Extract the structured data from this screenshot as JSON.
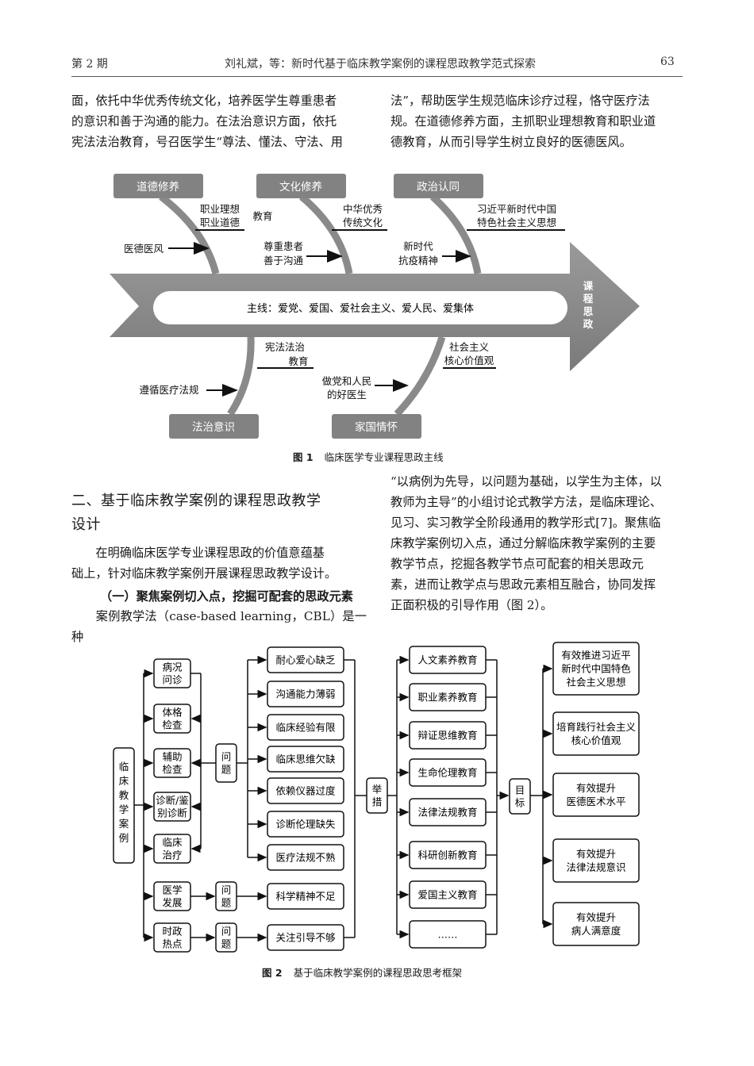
{
  "header": {
    "issue": "第 2 期",
    "running_title": "刘礼斌，等：新时代基于临床教学案例的课程思政教学范式探索",
    "page_number": "63"
  },
  "body": {
    "para_top_left": "面，依托中华优秀传统文化，培养医学生尊重患者\n的意识和善于沟通的能力。在法治意识方面，依托\n宪法法治教育，号召医学生“尊法、懂法、守法、用",
    "para_top_right": "法”，帮助医学生规范临床诊疗过程，恪守医疗法\n规。在道德修养方面，主抓职业理想教育和职业道\n德教育，从而引导学生树立良好的医德医风。",
    "section_heading": "二、基于临床教学案例的课程思政教学\n设计",
    "para_intro": "　　在明确临床医学专业课程思政的价值意蕴基\n础上，针对临床教学案例开展课程思政教学设计。",
    "subheading": "（一）聚焦案例切入点，挖掘可配套的思政元素",
    "para_cbl": "　　案例教学法（case-based learning，CBL）是一种",
    "para_right": "“以病例为先导，以问题为基础，以学生为主体，以\n教师为主导”的小组讨论式教学方法，是临床理论、\n见习、实习教学全阶段通用的教学形式[7]。聚焦临\n床教学案例切入点，通过分解临床教学案例的主要\n教学节点，挖掘各教学节点可配套的相关思政元\n素，进而让教学点与思政元素相互融合，协同发挥\n正面积极的引导作用（图 2）。"
  },
  "figure1": {
    "caption_num": "图 1",
    "caption_text": "临床医学专业课程思政主线",
    "top_boxes": [
      "道德修养",
      "文化修养",
      "政治认同"
    ],
    "bottom_boxes": [
      "法治意识",
      "家国情怀"
    ],
    "spine_text": "主线：爱党、爱国、爱社会主义、爱人民、爱集体",
    "arrow_head": [
      "课",
      "程",
      "思",
      "政"
    ],
    "labels": {
      "job_ideal_1": "职业理想",
      "job_ideal_2": "职业道德",
      "education": "教育",
      "medical_ethics": "医德医风",
      "culture_1": "中华优秀",
      "culture_2": "传统文化",
      "respect_1": "尊重患者",
      "respect_2": "善于沟通",
      "xi_1": "习近平新时代中国",
      "xi_2": "特色社会主义思想",
      "epidemic_1": "新时代",
      "epidemic_2": "抗疫精神",
      "law_1": "宪法法治",
      "law_2": "教育",
      "follow_rules": "遵循医疗法规",
      "core_1": "社会主义",
      "core_2": "核心价值观",
      "good_doc_1": "做党和人民",
      "good_doc_2": "的好医生"
    }
  },
  "figure2": {
    "caption_num": "图 2",
    "caption_text": "基于临床教学案例的课程思政思考框架",
    "root": "临床教学案例",
    "nodes": [
      [
        "病况",
        "问诊"
      ],
      [
        "体格",
        "检查"
      ],
      [
        "辅助",
        "检查"
      ],
      [
        "诊断/鉴",
        "别诊断"
      ],
      [
        "临床",
        "治疗"
      ],
      [
        "医学",
        "发展"
      ],
      [
        "时政",
        "热点"
      ]
    ],
    "problem_label": "问题",
    "problems": [
      "耐心爱心缺乏",
      "沟通能力薄弱",
      "临床经验有限",
      "临床思维欠缺",
      "依赖仪器过度",
      "诊断伦理缺失",
      "医疗法规不熟",
      "科学精神不足",
      "关注引导不够"
    ],
    "measures_label": "举措",
    "measures": [
      "人文素养教育",
      "职业素养教育",
      "辩证思维教育",
      "生命伦理教育",
      "法律法规教育",
      "科研创新教育",
      "爱国主义教育",
      "……"
    ],
    "goals_label": "目标",
    "goals": [
      [
        "有效推进习近平",
        "新时代中国特色",
        "社会主义思想"
      ],
      [
        "培育践行社会主义",
        "核心价值观"
      ],
      [
        "有效提升",
        "医德医术水平"
      ],
      [
        "有效提升",
        "法律法规意识"
      ],
      [
        "有效提升",
        "病人满意度"
      ]
    ]
  }
}
